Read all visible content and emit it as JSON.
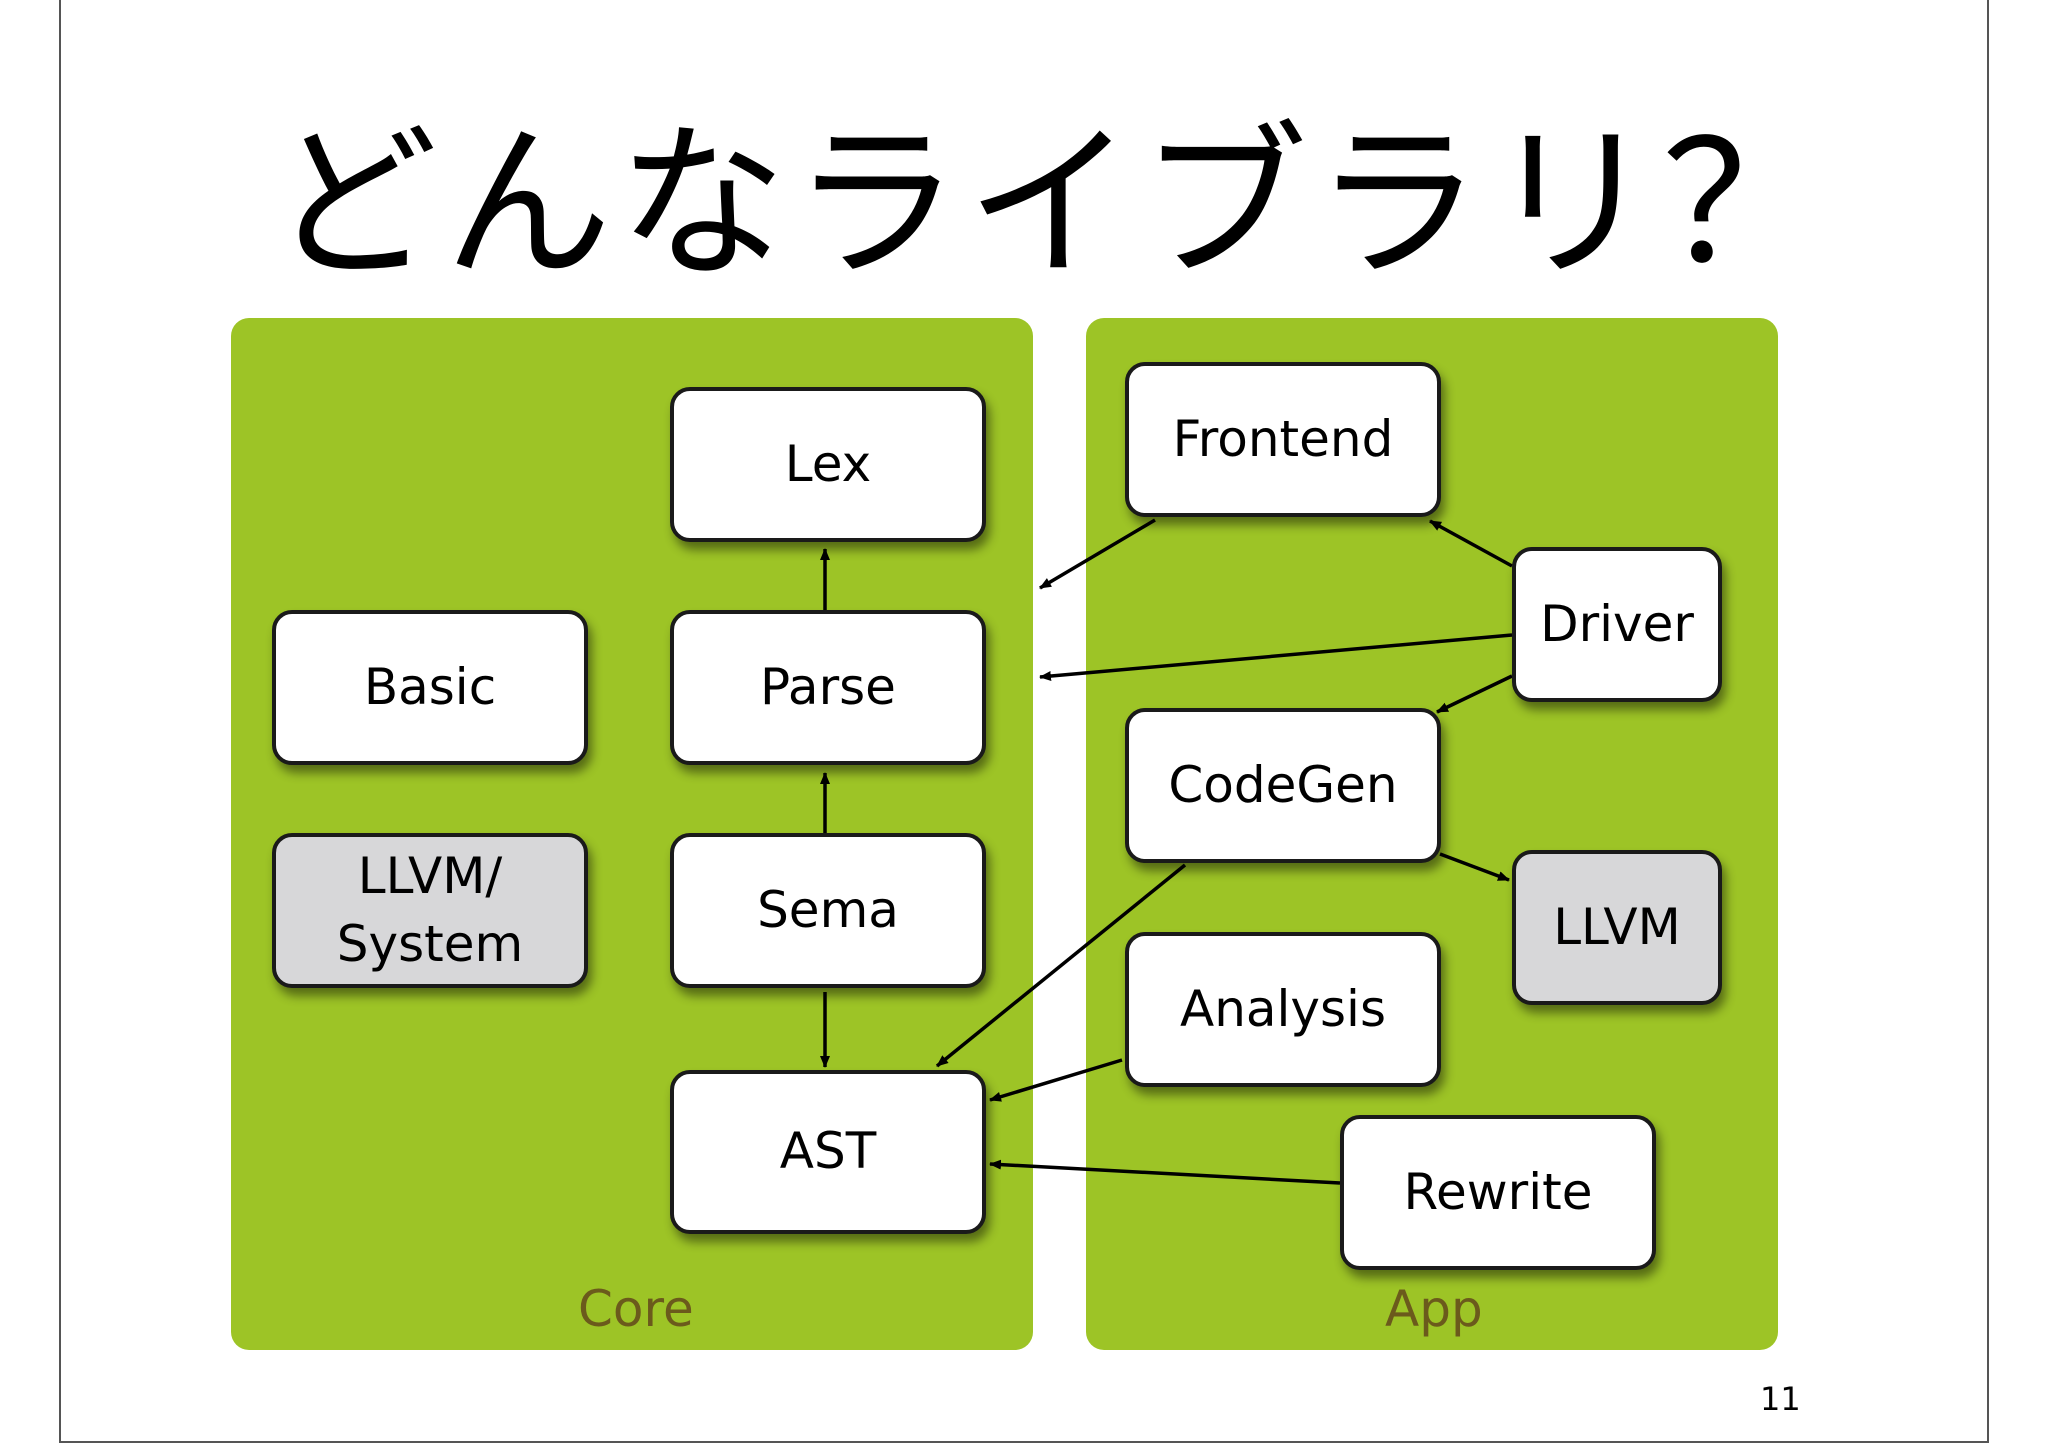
{
  "title": "どんなライブラリ？",
  "page_number": "11",
  "panels": {
    "core": {
      "label": "Core",
      "color": "#9dc426"
    },
    "app": {
      "label": "App",
      "color": "#9dc426"
    }
  },
  "boxes": {
    "lex": "Lex",
    "parse": "Parse",
    "sema": "Sema",
    "ast": "AST",
    "basic": "Basic",
    "llvm_system": "LLVM/\nSystem",
    "frontend": "Frontend",
    "driver": "Driver",
    "codegen": "CodeGen",
    "llvm": "LLVM",
    "analysis": "Analysis",
    "rewrite": "Rewrite"
  },
  "edges": [
    {
      "from": "parse",
      "to": "lex"
    },
    {
      "from": "sema",
      "to": "parse"
    },
    {
      "from": "sema",
      "to": "ast"
    },
    {
      "from": "frontend",
      "to": "core"
    },
    {
      "from": "driver",
      "to": "frontend"
    },
    {
      "from": "driver",
      "to": "core"
    },
    {
      "from": "driver",
      "to": "codegen"
    },
    {
      "from": "codegen",
      "to": "llvm"
    },
    {
      "from": "codegen",
      "to": "ast"
    },
    {
      "from": "analysis",
      "to": "ast"
    },
    {
      "from": "rewrite",
      "to": "ast"
    }
  ],
  "colors": {
    "panel": "#9dc426",
    "label": "#6b5a1c",
    "gray_box": "#d7d7d9"
  }
}
